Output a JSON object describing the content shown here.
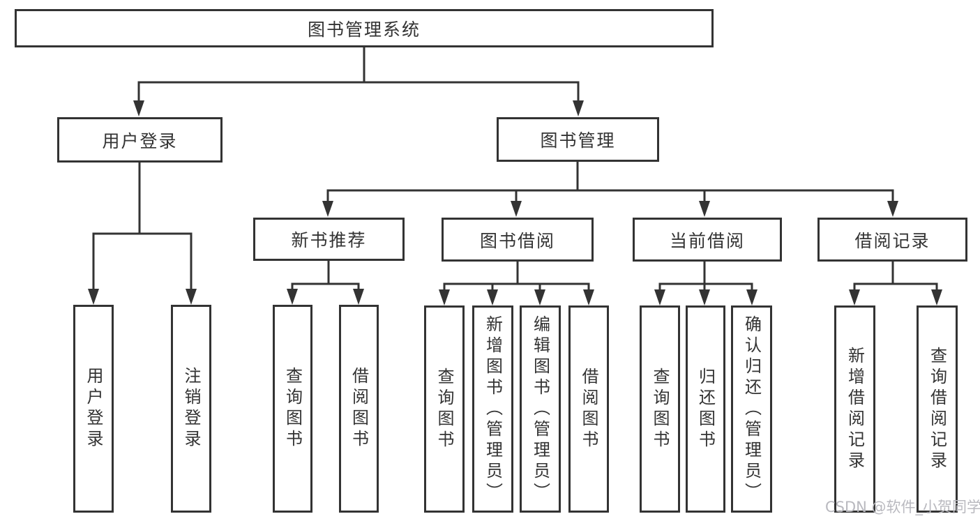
{
  "diagram": {
    "title": "图书管理系统",
    "branches": [
      {
        "label": "用户登录",
        "children": [
          {
            "label": "用户登录"
          },
          {
            "label": "注销登录"
          }
        ]
      },
      {
        "label": "图书管理",
        "children": [
          {
            "label": "新书推荐",
            "children": [
              {
                "label": "查询图书"
              },
              {
                "label": "借阅图书"
              }
            ]
          },
          {
            "label": "图书借阅",
            "children": [
              {
                "label": "查询图书"
              },
              {
                "label": "新增图书（管理员）"
              },
              {
                "label": "编辑图书（管理员）"
              },
              {
                "label": "借阅图书"
              }
            ]
          },
          {
            "label": "当前借阅",
            "children": [
              {
                "label": "查询图书"
              },
              {
                "label": "归还图书"
              },
              {
                "label": "确认归还（管理员）"
              }
            ]
          },
          {
            "label": "借阅记录",
            "children": [
              {
                "label": "新增借阅记录"
              },
              {
                "label": "查询借阅记录"
              }
            ]
          }
        ]
      }
    ]
  },
  "watermark": {
    "text": "CSDN @软件_小贺同学"
  },
  "colors": {
    "line": "#333333",
    "text": "#333333",
    "box_background": "#ffffff",
    "watermark": "#b9b9bf"
  }
}
